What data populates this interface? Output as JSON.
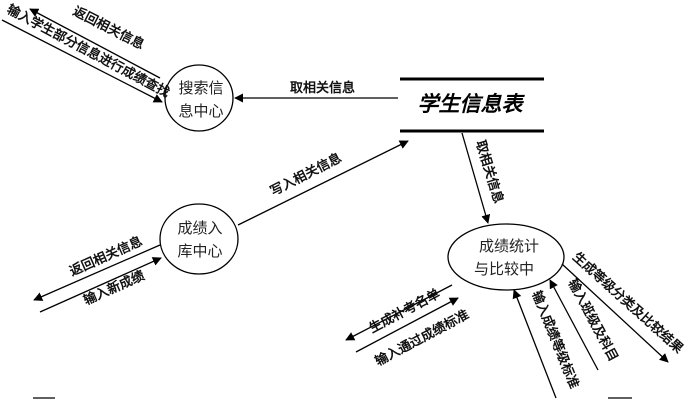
{
  "diagram": {
    "store": {
      "label": "学生信息表"
    },
    "processes": {
      "search": {
        "line1": "搜索信",
        "line2": "息中心"
      },
      "entry": {
        "line1": "成绩入",
        "line2": "库中心"
      },
      "stats": {
        "line1": "成绩统计",
        "line2": "与比较中"
      }
    },
    "flows": {
      "search_return": "返回相关信息",
      "search_input": "输入学生部分信息进行成绩查找",
      "search_take": "取相关信息",
      "entry_write": "写入相关信息",
      "entry_return": "返回相关信息",
      "entry_input": "输入新成绩",
      "stats_take": "取相关信息",
      "stats_makeup": "生成补考名单",
      "stats_pass_std": "输入通过成绩标准",
      "stats_grade_std": "输入成绩等级标准",
      "stats_class_subject": "输入班级及科目",
      "stats_output": "生成等级分类及比较结果"
    }
  }
}
